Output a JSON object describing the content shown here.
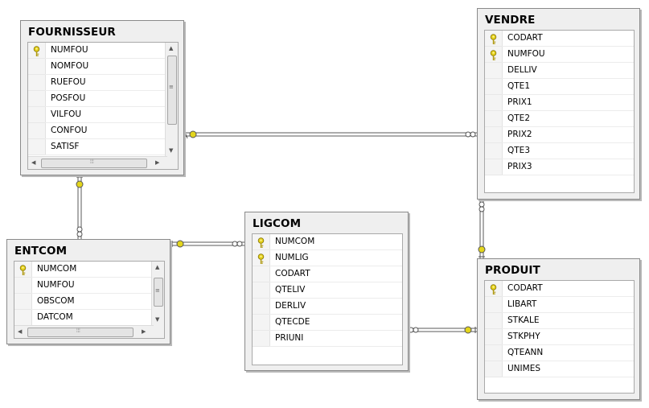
{
  "tables": [
    {
      "id": "fournisseur",
      "title": "FOURNISSEUR",
      "rows": [
        {
          "name": "NUMFOU",
          "key": true
        },
        {
          "name": "NOMFOU",
          "key": false
        },
        {
          "name": "RUEFOU",
          "key": false
        },
        {
          "name": "POSFOU",
          "key": false
        },
        {
          "name": "VILFOU",
          "key": false
        },
        {
          "name": "CONFOU",
          "key": false
        },
        {
          "name": "SATISF",
          "key": false
        }
      ]
    },
    {
      "id": "vendre",
      "title": "VENDRE",
      "rows": [
        {
          "name": "CODART",
          "key": true
        },
        {
          "name": "NUMFOU",
          "key": true
        },
        {
          "name": "DELLIV",
          "key": false
        },
        {
          "name": "QTE1",
          "key": false
        },
        {
          "name": "PRIX1",
          "key": false
        },
        {
          "name": "QTE2",
          "key": false
        },
        {
          "name": "PRIX2",
          "key": false
        },
        {
          "name": "QTE3",
          "key": false
        },
        {
          "name": "PRIX3",
          "key": false
        }
      ]
    },
    {
      "id": "entcom",
      "title": "ENTCOM",
      "rows": [
        {
          "name": "NUMCOM",
          "key": true
        },
        {
          "name": "NUMFOU",
          "key": false
        },
        {
          "name": "OBSCOM",
          "key": false
        },
        {
          "name": "DATCOM",
          "key": false
        }
      ]
    },
    {
      "id": "ligcom",
      "title": "LIGCOM",
      "rows": [
        {
          "name": "NUMCOM",
          "key": true
        },
        {
          "name": "NUMLIG",
          "key": true
        },
        {
          "name": "CODART",
          "key": false
        },
        {
          "name": "QTELIV",
          "key": false
        },
        {
          "name": "DERLIV",
          "key": false
        },
        {
          "name": "QTECDE",
          "key": false
        },
        {
          "name": "PRIUNI",
          "key": false
        }
      ]
    },
    {
      "id": "produit",
      "title": "PRODUIT",
      "rows": [
        {
          "name": "CODART",
          "key": true
        },
        {
          "name": "LIBART",
          "key": false
        },
        {
          "name": "STKALE",
          "key": false
        },
        {
          "name": "STKPHY",
          "key": false
        },
        {
          "name": "QTEANN",
          "key": false
        },
        {
          "name": "UNIMES",
          "key": false
        }
      ]
    }
  ],
  "relationships": [
    {
      "name": "fournisseur-vendre",
      "one": "FOURNISSEUR",
      "many": "VENDRE"
    },
    {
      "name": "fournisseur-entcom",
      "one": "FOURNISSEUR",
      "many": "ENTCOM"
    },
    {
      "name": "entcom-ligcom",
      "one": "ENTCOM",
      "many": "LIGCOM"
    },
    {
      "name": "vendre-produit",
      "one": "PRODUIT",
      "many": "VENDRE"
    },
    {
      "name": "ligcom-produit",
      "one": "PRODUIT",
      "many": "LIGCOM"
    }
  ],
  "colors": {
    "key": "#d8c21a",
    "one_end": "#e3d51c",
    "line": "#555555"
  }
}
